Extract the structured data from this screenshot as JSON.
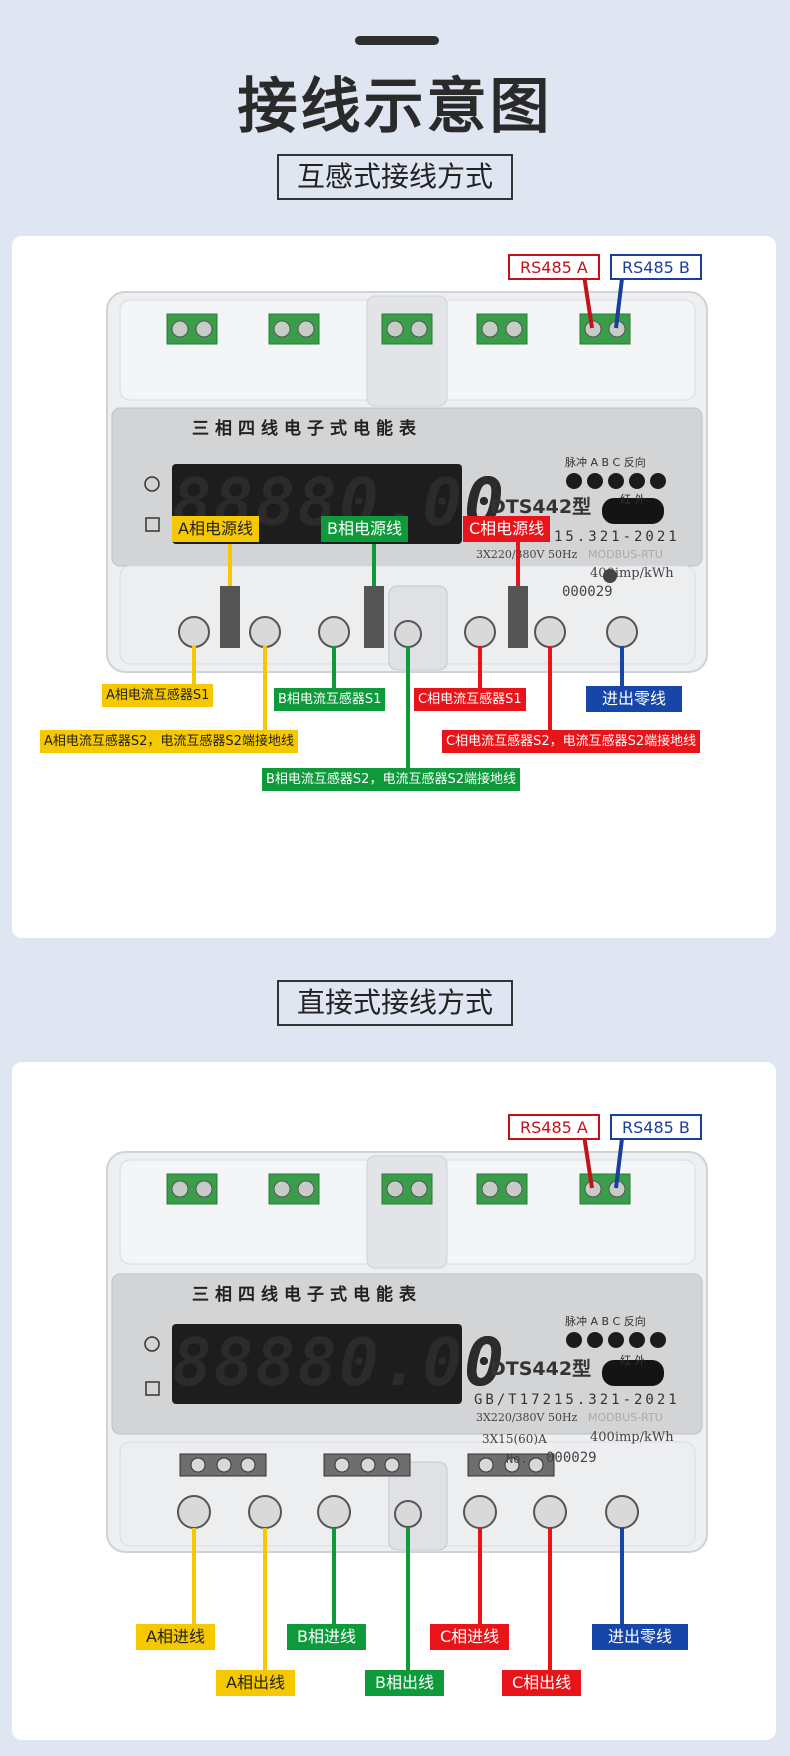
{
  "page_title": "接线示意图",
  "sections": [
    {
      "title": "互感式接线方式",
      "rs485_a": "RS485 A",
      "rs485_b": "RS485 B",
      "meter": {
        "title": "三相四线电子式电能表",
        "display": "88880.00",
        "indicators": "脉冲 A  B  C 反向",
        "ir": "红 外",
        "model": "DTS442型",
        "standard": "GB/T17215.321-2021",
        "spec": "3X220/380V 50Hz",
        "protocol": "MODBUS-RTU",
        "impulse": "400imp/kWh",
        "serial": "000029"
      },
      "labels": {
        "a_power": "A相电源线",
        "b_power": "B相电源线",
        "c_power": "C相电源线",
        "a_s1": "A相电流互感器S1",
        "a_s2": "A相电流互感器S2，电流互感器S2端接地线",
        "b_s1": "B相电流互感器S1",
        "b_s2": "B相电流互感器S2，电流互感器S2端接地线",
        "c_s1": "C相电流互感器S1",
        "c_s2": "C相电流互感器S2，电流互感器S2端接地线",
        "neutral": "进出零线"
      }
    },
    {
      "title": "直接式接线方式",
      "rs485_a": "RS485 A",
      "rs485_b": "RS485 B",
      "meter": {
        "title": "三相四线电子式电能表",
        "display": "88880.00",
        "indicators": "脉冲 A  B  C 反向",
        "ir": "红 外",
        "model": "DTS442型",
        "standard": "GB/T17215.321-2021",
        "spec": "3X220/380V 50Hz",
        "protocol": "MODBUS-RTU",
        "current": "3X15(60)A",
        "impulse": "400imp/kWh",
        "serial_label": "No.",
        "serial": "000029"
      },
      "labels": {
        "a_in": "A相进线",
        "a_out": "A相出线",
        "b_in": "B相进线",
        "b_out": "B相出线",
        "c_in": "C相进线",
        "c_out": "C相出线",
        "neutral": "进出零线"
      }
    }
  ],
  "colors": {
    "yellow": "#f5c800",
    "green": "#0e9a3b",
    "red": "#e8141a",
    "blue": "#1646a8",
    "background": "#dfe5f1"
  }
}
